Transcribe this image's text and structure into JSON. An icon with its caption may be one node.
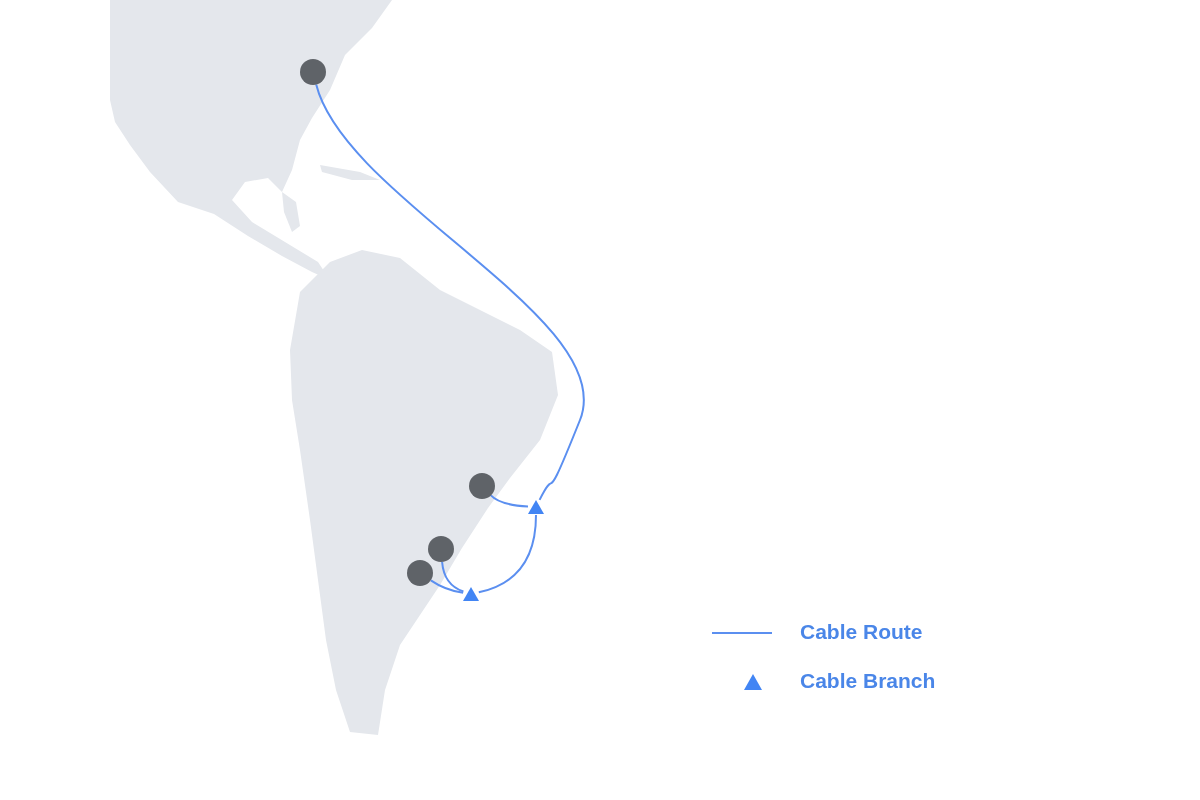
{
  "diagram": {
    "nodes": [
      {
        "text": [],
        "shape": "circle"
      },
      {
        "text": [],
        "shape": "circle"
      },
      {
        "text": [],
        "shape": "triangle"
      },
      {
        "text": [],
        "shape": "circle"
      },
      {
        "text": [],
        "shape": "circle"
      },
      {
        "text": [],
        "shape": "triangle"
      }
    ],
    "edges": [
      {
        "from": 0,
        "to": 2,
        "arrow": "none"
      },
      {
        "from": 1,
        "to": 2,
        "arrow": "none"
      },
      {
        "from": 2,
        "to": 5,
        "arrow": "none"
      },
      {
        "from": 3,
        "to": 5,
        "arrow": "none"
      },
      {
        "from": 4,
        "to": 5,
        "arrow": "none"
      }
    ],
    "legend": [
      {
        "text": "Cable Route"
      },
      {
        "text": "Cable Branch"
      }
    ]
  }
}
